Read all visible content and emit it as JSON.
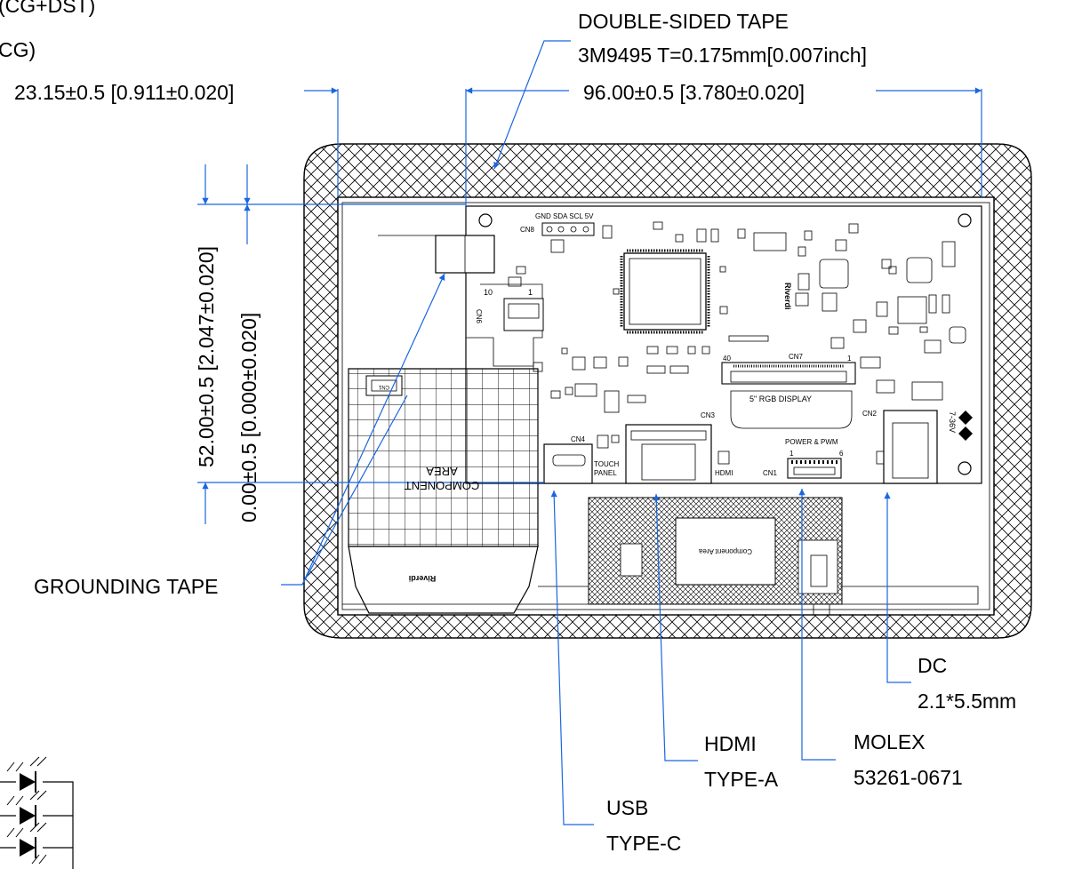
{
  "labels": {
    "partial_top1": "(CG+DST)",
    "partial_top2": "CG)",
    "double_sided_tape": "DOUBLE-SIDED TAPE",
    "tape_spec": "3M9495  T=0.175mm[0.007inch]",
    "dim_left": "23.15±0.5 [0.911±0.020]",
    "dim_right": "96.00±0.5 [3.780±0.020]",
    "dim_vertical_1": "52.00±0.5 [2.047±0.020]",
    "dim_vertical_2": "0.00±0.5 [0.000±0.020]",
    "grounding_tape": "GROUNDING TAPE",
    "dc_1": "DC",
    "dc_2": "2.1*5.5mm",
    "hdmi_1": "HDMI",
    "hdmi_2": "TYPE-A",
    "molex_1": "MOLEX",
    "molex_2": "53261-0671",
    "usb_1": "USB",
    "usb_2": "TYPE-C"
  },
  "board": {
    "cn8": "CN8",
    "cn8_pins": "GND SDA SCL 5V",
    "cn6": "CN6",
    "cn6_pin_start": "10",
    "cn6_pin_end": "1",
    "cn7": "CN7",
    "cn7_pin_start": "40",
    "cn7_pin_end": "1",
    "rgb_display": "5\" RGB DISPLAY",
    "cn3": "CN3",
    "cn4": "CN4",
    "touch_panel_1": "TOUCH",
    "touch_panel_2": "PANEL",
    "hdmi": "HDMI",
    "cn1": "CN1",
    "power_pwm": "POWER & PWM",
    "cn1_pin_start": "1",
    "cn1_pin_end": "6",
    "cn2": "CN2",
    "voltage": "7-36V",
    "component_area_1": "COMPONENT",
    "component_area_2": "AREA",
    "component_area_small": "Component Area",
    "brand": "Riverdi",
    "cn_small": "CN1"
  }
}
